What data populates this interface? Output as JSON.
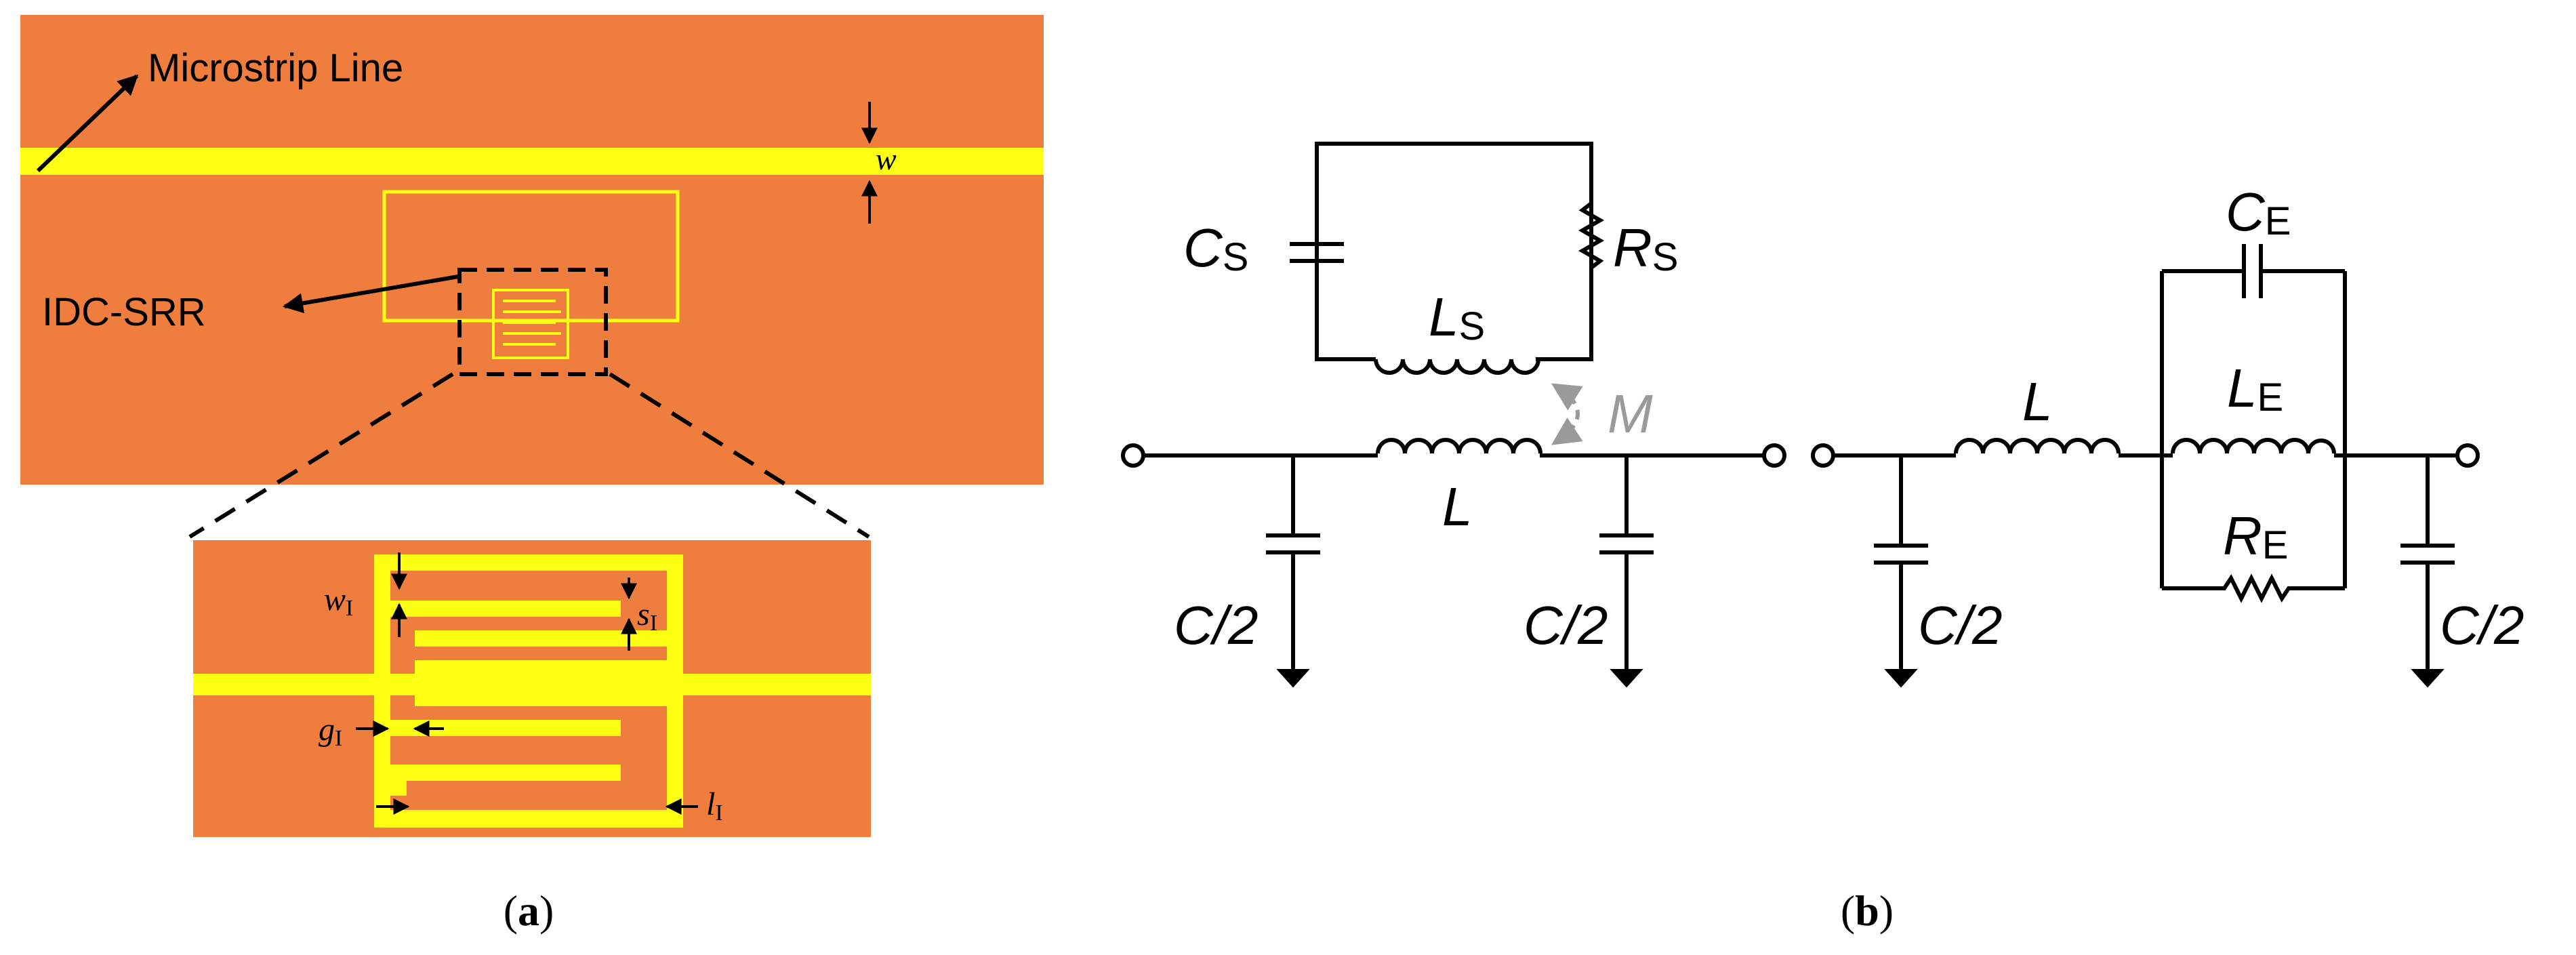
{
  "colors": {
    "substrate": "#ef7d3d",
    "metal": "#ffff14",
    "stroke": "#000000",
    "mutual": "#9a9a9a",
    "background": "#ffffff"
  },
  "panel_a": {
    "label_microstrip": "Microstrip Line",
    "label_idc": "IDC-SRR",
    "label_w": "w",
    "label_wI": {
      "main": "w",
      "sub": "I"
    },
    "label_sI": {
      "main": "s",
      "sub": "I"
    },
    "label_gI": {
      "main": "g",
      "sub": "I"
    },
    "label_lI": {
      "main": "l",
      "sub": "I"
    },
    "caption": {
      "open": "(",
      "letter": "a",
      "close": ")"
    }
  },
  "panel_b": {
    "left": {
      "Cs": {
        "main": "C",
        "sub": "S"
      },
      "Rs": {
        "main": "R",
        "sub": "S"
      },
      "Ls": {
        "main": "L",
        "sub": "S"
      },
      "M": "M",
      "L": "L",
      "C1": "C/2",
      "C2": "C/2"
    },
    "right": {
      "L": "L",
      "CE": {
        "main": "C",
        "sub": "E"
      },
      "LE": {
        "main": "L",
        "sub": "E"
      },
      "RE": {
        "main": "R",
        "sub": "E"
      },
      "C1": "C/2",
      "C2": "C/2"
    },
    "caption": {
      "open": "(",
      "letter": "b",
      "close": ")"
    }
  }
}
